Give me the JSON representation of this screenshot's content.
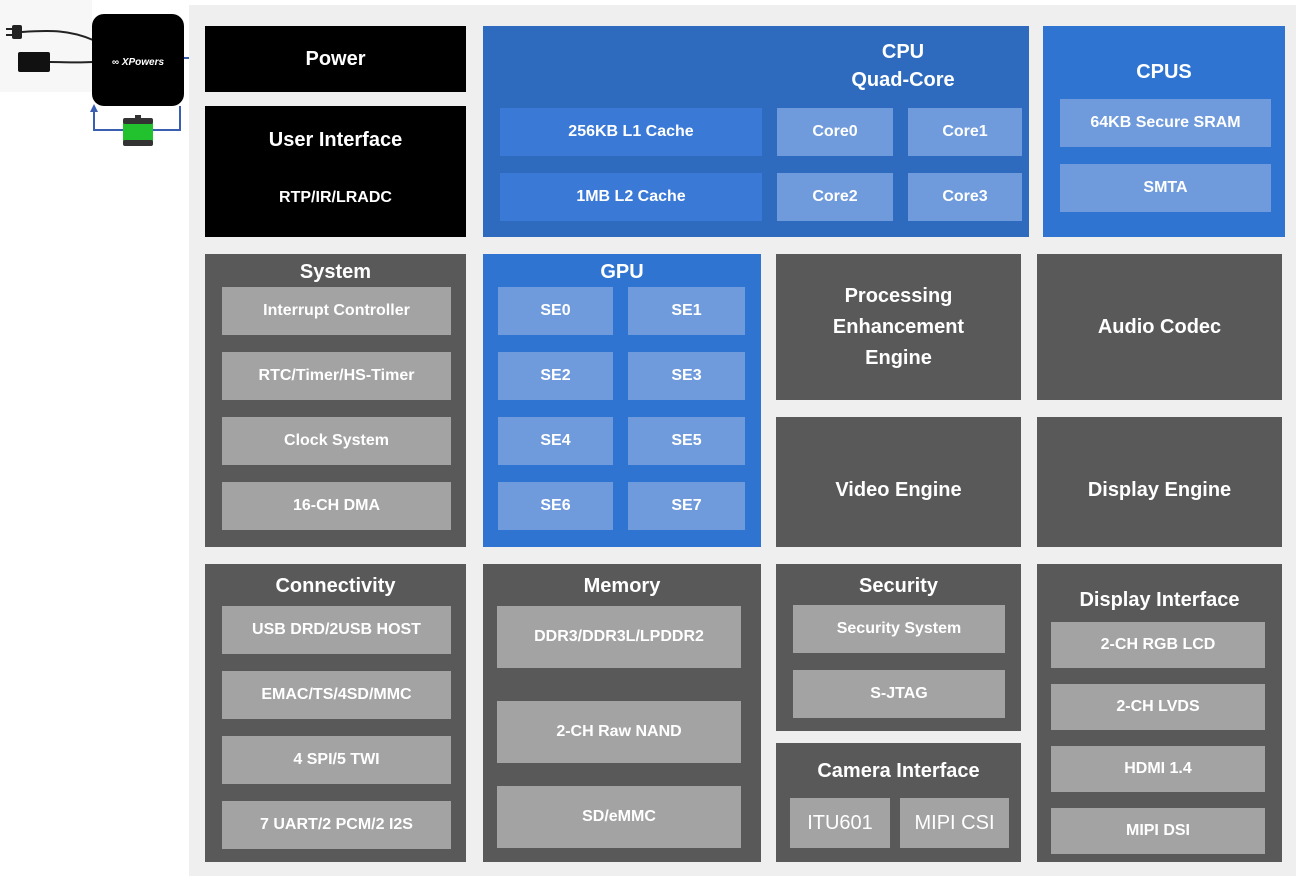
{
  "logo": {
    "brand": "XPowers"
  },
  "power": {
    "title": "Power"
  },
  "user_interface": {
    "title": "User Interface",
    "subtitle": "RTP/IR/LRADC"
  },
  "cpu": {
    "title": "CPU\nQuad-Core",
    "l1": "256KB L1 Cache",
    "l2": "1MB L2 Cache",
    "cores": [
      "Core0",
      "Core1",
      "Core2",
      "Core3"
    ]
  },
  "cpus": {
    "title": "CPUS",
    "items": [
      "64KB Secure SRAM",
      "SMTA"
    ]
  },
  "system": {
    "title": "System",
    "items": [
      "Interrupt  Controller",
      "RTC/Timer/HS-Timer",
      "Clock System",
      "16-CH DMA"
    ]
  },
  "gpu": {
    "title": "GPU",
    "items": [
      "SE0",
      "SE1",
      "SE2",
      "SE3",
      "SE4",
      "SE5",
      "SE6",
      "SE7"
    ]
  },
  "pee": {
    "title": "Processing\nEnhancement\nEngine"
  },
  "audio": {
    "title": "Audio Codec"
  },
  "video": {
    "title": "Video Engine"
  },
  "display_engine": {
    "title": "Display Engine"
  },
  "connectivity": {
    "title": "Connectivity",
    "items": [
      "USB DRD/2USB HOST",
      "EMAC/TS/4SD/MMC",
      "4 SPI/5 TWI",
      "7 UART/2 PCM/2 I2S"
    ]
  },
  "memory": {
    "title": "Memory",
    "items": [
      "DDR3/DDR3L/LPDDR2",
      "2-CH Raw NAND",
      "SD/eMMC"
    ]
  },
  "security": {
    "title": "Security",
    "items": [
      "Security System",
      "S-JTAG"
    ]
  },
  "camera": {
    "title": "Camera Interface",
    "items": [
      "ITU601",
      "MIPI CSI"
    ]
  },
  "display_interface": {
    "title": "Display Interface",
    "items": [
      "2-CH RGB LCD",
      "2-CH LVDS",
      "HDMI 1.4",
      "MIPI DSI"
    ]
  },
  "colors": {
    "black": "#000000",
    "dark_gray": "#595959",
    "blue": "#2e6bbf",
    "light_blue": "#6f9bdc",
    "gray": "#a3a3a3",
    "battery": "#22c22e"
  }
}
